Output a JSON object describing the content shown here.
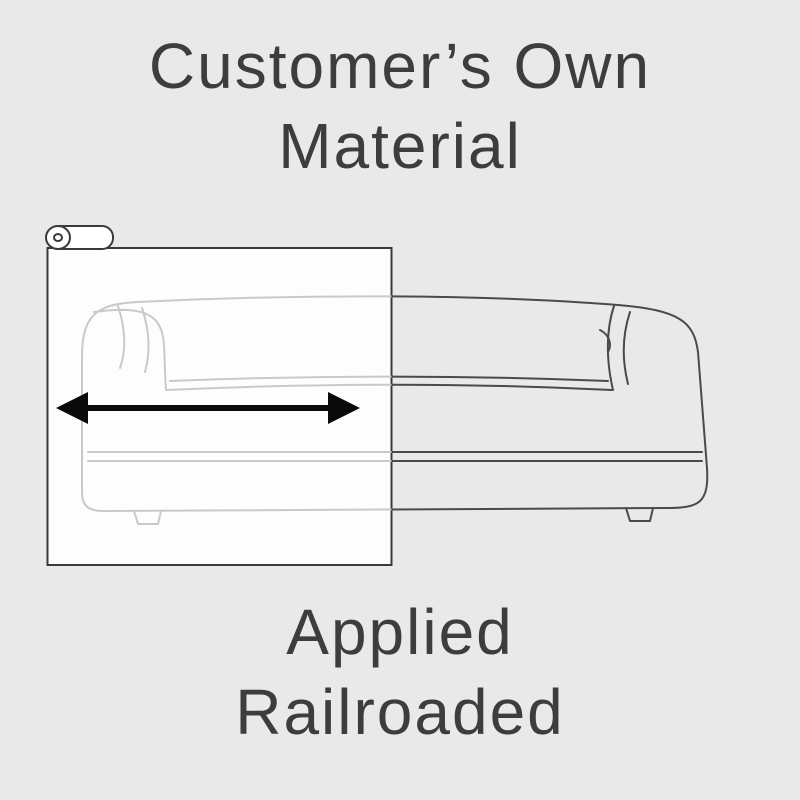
{
  "title": {
    "line1": "Customer’s Own",
    "line2": "Material"
  },
  "caption": {
    "line1": "Applied",
    "line2": "Railroaded"
  },
  "illustration": {
    "subject": "sofa with customer fabric panel applied railroaded",
    "icons": [
      "fabric-roll-icon",
      "fabric-panel",
      "sofa-outline",
      "width-arrow-icon"
    ],
    "arrow_direction": "horizontal"
  },
  "colors": {
    "background": "#e9e9e9",
    "text": "#3d3d3d",
    "panel_fill": "#fdfdfd",
    "panel_stroke": "#3a3a3a",
    "sofa_visible_stroke": "#4a4a4a",
    "sofa_faded_stroke": "#c9c9c9",
    "arrow": "#0a0a0a"
  }
}
